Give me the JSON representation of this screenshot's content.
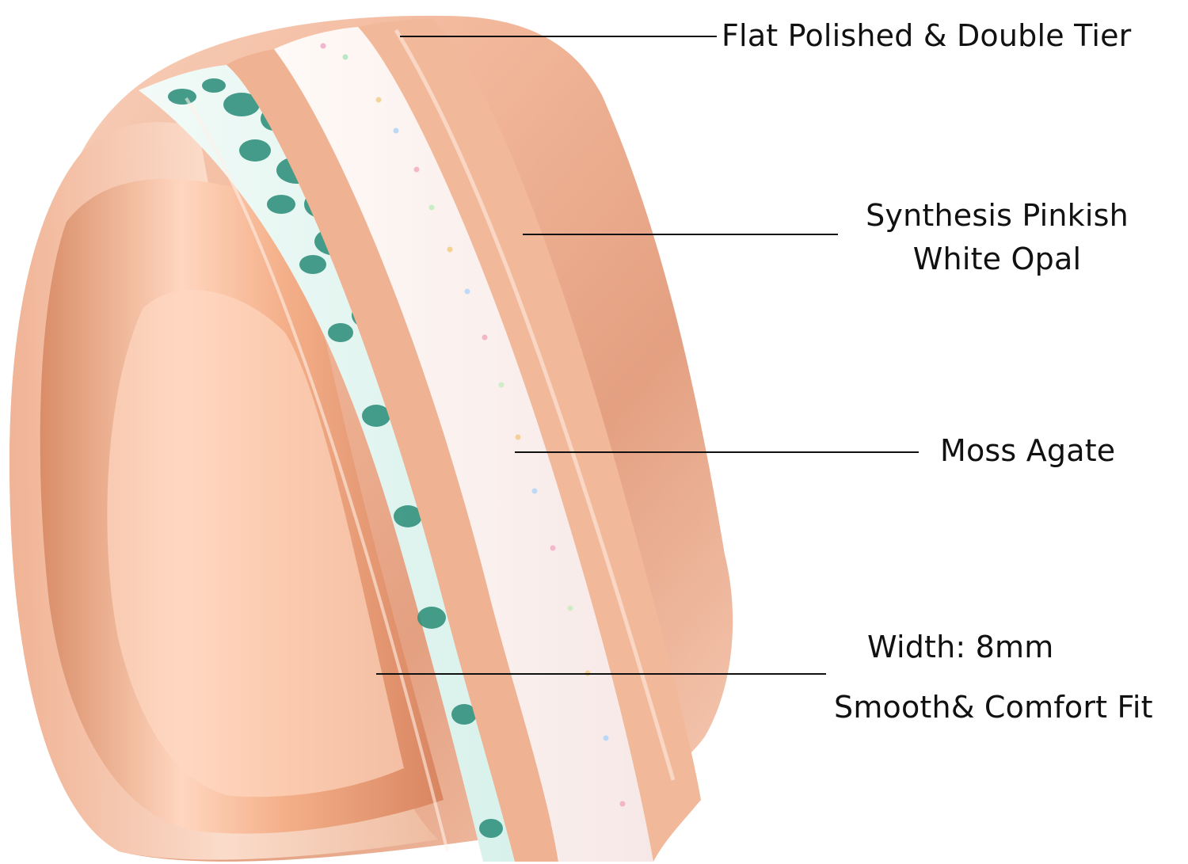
{
  "image": {
    "subject": "rose-gold-ring-with-moss-agate-and-opal-inlays",
    "colors": {
      "background": "#ffffff",
      "rose_gold_light": "#f6c7ad",
      "rose_gold_mid": "#e7a282",
      "rose_gold_dark": "#c07859",
      "moss_agate_green": "#2e8f7b",
      "moss_agate_white": "#f4fbf8",
      "opal_base": "#fff7f3",
      "text": "#111111"
    }
  },
  "callouts": {
    "finish": {
      "label": "Flat Polished & Double Tier"
    },
    "opal": {
      "line1": "Synthesis Pinkish",
      "line2": "White Opal"
    },
    "agate": {
      "label": "Moss Agate"
    },
    "width": {
      "label": "Width:  8mm"
    },
    "fit": {
      "label": "Smooth& Comfort Fit"
    }
  }
}
